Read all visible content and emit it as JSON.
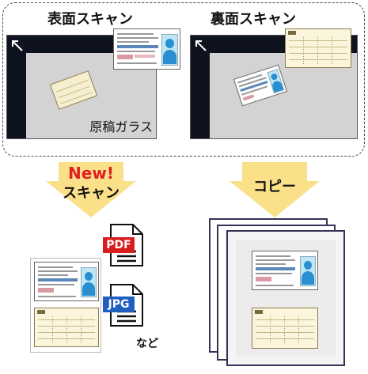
{
  "front_scan": {
    "title": "表面スキャン",
    "glass_label": "原稿ガラス"
  },
  "back_scan": {
    "title": "裏面スキャン"
  },
  "scan_arrow": {
    "badge": "New!",
    "label": "スキャン"
  },
  "copy_arrow": {
    "label": "コピー"
  },
  "file_formats": [
    {
      "label": "PDF",
      "color": "#d81e1e"
    },
    {
      "label": "JPG",
      "color": "#1f5fbf"
    }
  ],
  "etc_label": "など",
  "colors": {
    "arrow": "#fbe08a",
    "new_badge": "#e02020",
    "scanner_dark": "#0f1320",
    "glass": "#d3d3d3"
  }
}
